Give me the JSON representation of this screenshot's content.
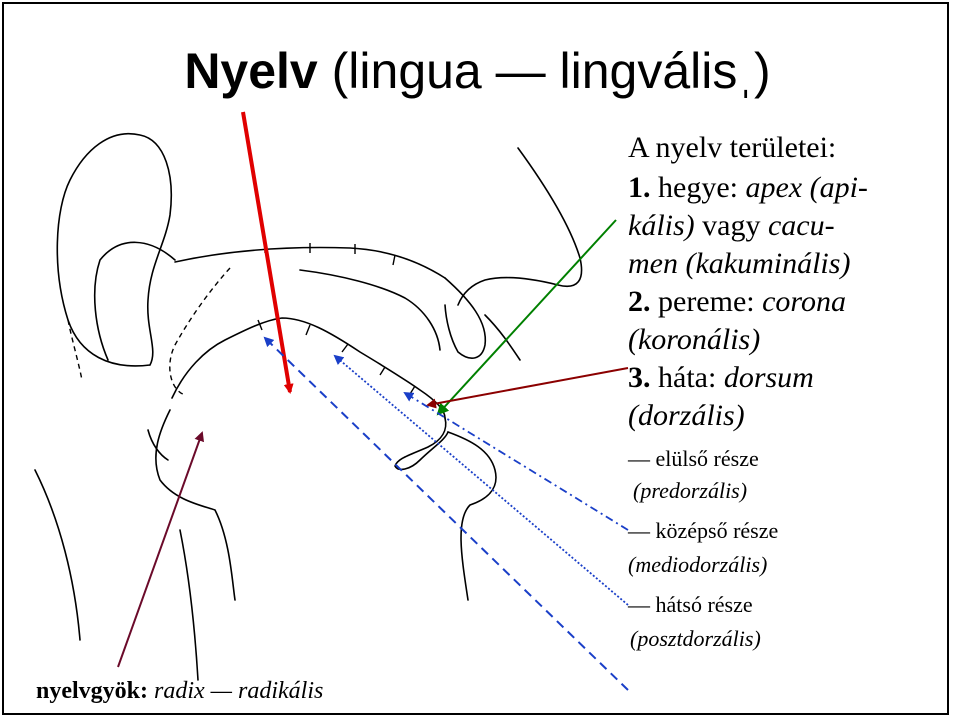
{
  "title": {
    "bold": "Nyelv",
    "rest": " (lingua — lingválisˌ)"
  },
  "areas": {
    "heading": "A nyelv területei:",
    "apex": {
      "num": "1.",
      "text": " hegye: ",
      "term1": "apex (api-",
      "term1b": "kális)",
      "or": " vagy ",
      "term2a": "cacu-",
      "term2b": "men (kakuminális)"
    },
    "corona": {
      "num": "2.",
      "text": " pereme: ",
      "term": "corona",
      "adj": "(koronális)"
    },
    "dorsum": {
      "num": "3.",
      "text": " háta: ",
      "term": "dorsum",
      "adj": "(dorzális)"
    },
    "front": {
      "label": "— elülső része",
      "adj": "(predorzális)"
    },
    "mid": {
      "label": "— középső része",
      "adj": "(mediodorzális)"
    },
    "back": {
      "label": "— hátsó része",
      "adj": "(posztdorzális)"
    }
  },
  "root": {
    "bold": "nyelvgyök:",
    "term": " radix — radikális"
  },
  "colors": {
    "title_arrow": "#e00000",
    "apex_arrow": "#008000",
    "corona_arrow": "#8b0000",
    "dorsum_arrows": "#1a3fc8",
    "root_arrow": "#6b0a2a"
  }
}
